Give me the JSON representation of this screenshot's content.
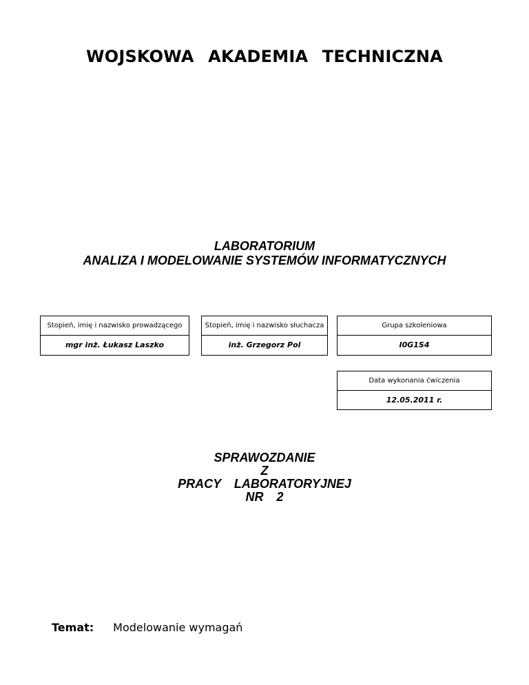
{
  "colors": {
    "background": "#ffffff",
    "text": "#000000",
    "box_border": "#000000"
  },
  "header": {
    "title": "WOJSKOWA AKADEMIA TECHNICZNA"
  },
  "lab_heading": {
    "line1": "LABORATORIUM",
    "line2": "ANALIZA I MODELOWANIE SYSTEMÓW INFORMATYCZNYCH"
  },
  "info_boxes": [
    {
      "label": "Stopień, imię i nazwisko prowadzącego",
      "value": "mgr inż. Łukasz Laszko"
    },
    {
      "label": "Stopień, imię i nazwisko słuchacza",
      "value": "inż. Grzegorz Pol"
    },
    {
      "label": "Grupa szkoleniowa",
      "value": "I0G1S4"
    },
    {
      "label": "Data wykonania ćwiczenia",
      "value": "12.05.2011 r."
    }
  ],
  "report_title": {
    "line1": "SPRAWOZDANIE",
    "line2": "Z",
    "line3": "PRACY LABORATORYJNEJ",
    "line4": "NR 2"
  },
  "topic": {
    "label": "Temat:",
    "value": "Modelowanie wymagań"
  }
}
